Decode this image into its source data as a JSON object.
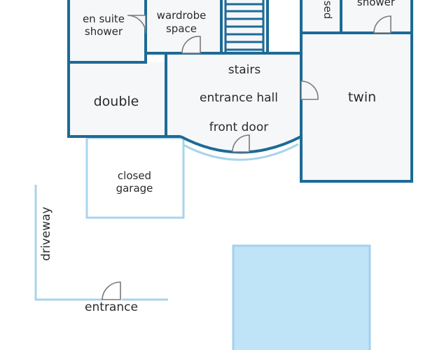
{
  "colors": {
    "wall": "#1d6a96",
    "light_wall": "#a8d4ec",
    "floor": "#f5f7f9",
    "pool": "#bfe3f7",
    "pool_border": "#a3d2ee",
    "door": "#7a7a7a",
    "text": "#2b2b2b"
  },
  "rooms": {
    "ensuite_line1": "en suite",
    "ensuite_line2": "shower",
    "wardrobe_line1": "wardrobe",
    "wardrobe_line2": "space",
    "stairs": "stairs",
    "closed_partial": "sed",
    "shower_partial": "shower",
    "entrance_hall": "entrance hall",
    "double": "double",
    "twin": "twin",
    "front_door": "front door",
    "garage_line1": "closed",
    "garage_line2": "garage",
    "driveway": "driveway",
    "entrance": "entrance"
  }
}
